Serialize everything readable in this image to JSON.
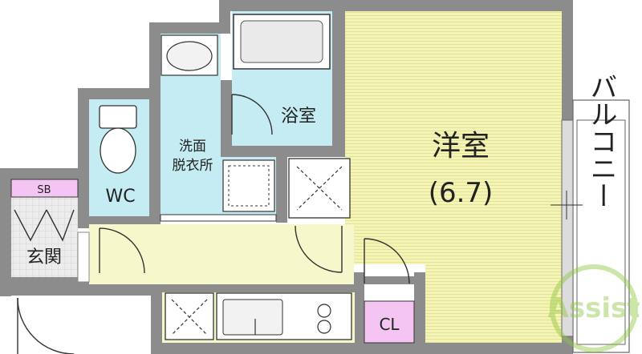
{
  "rooms": {
    "western": {
      "label": "洋室",
      "size": "(6.7)"
    },
    "bath": {
      "label": "浴室"
    },
    "washroom": {
      "line1": "洗面",
      "line2": "脱衣所"
    },
    "wc": {
      "label": "WC"
    },
    "entrance": {
      "label": "玄関"
    },
    "shoe_box": {
      "label": "SB"
    },
    "closet": {
      "label": "CL"
    },
    "balcony": {
      "label": "バルコニー"
    }
  },
  "watermark": {
    "text": "Assist"
  },
  "colors": {
    "wall": "#8c8c8c",
    "western_floor": "#f4f4b4",
    "wet_area": "#c4ecf2",
    "corridor": "#f7f7cc",
    "closet_pink": "#f4c4f2",
    "shoe_box_pink": "#f4c4f2",
    "entrance_floor": "#e8e8e8",
    "watermark": "#8fc63f"
  }
}
